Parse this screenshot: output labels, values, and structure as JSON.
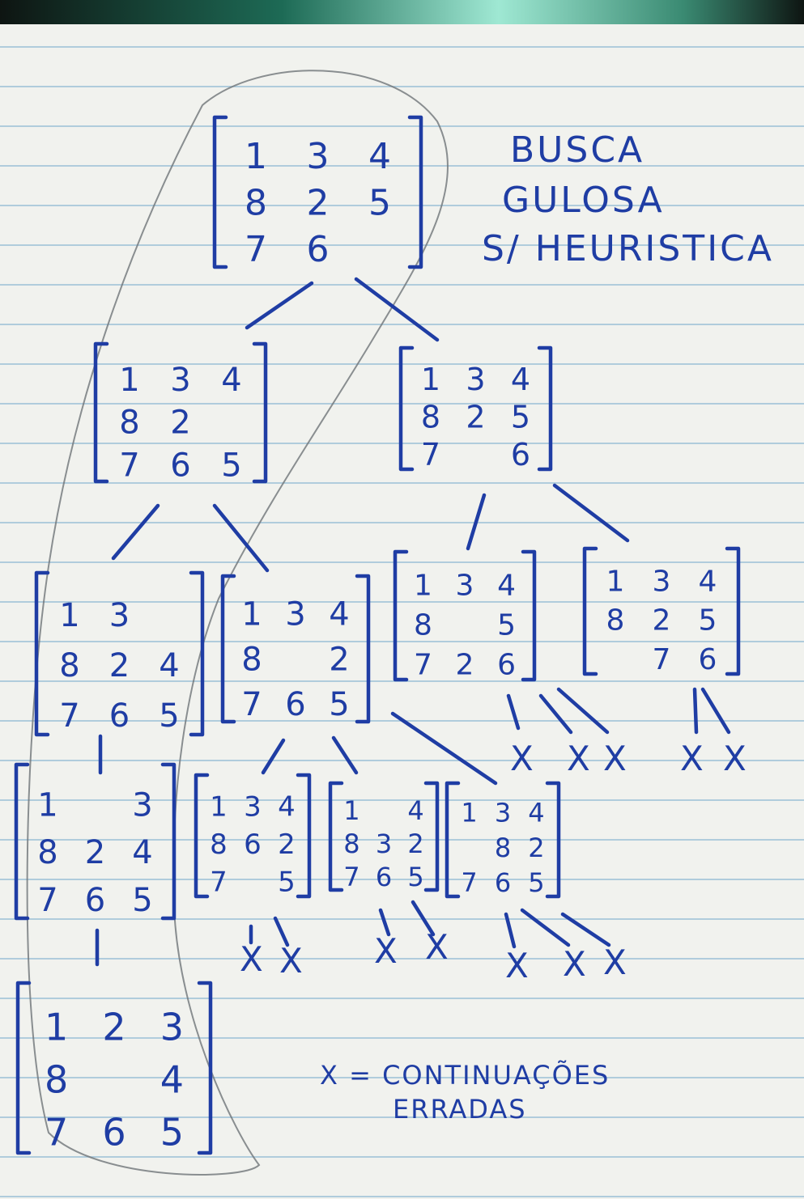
{
  "title": {
    "line1": "BUSCA",
    "line2": "GULOSA",
    "line3": "S/ HEURISTICA"
  },
  "legend": {
    "line1": "X = CONTINUAÇÕES",
    "line2": "ERRADAS"
  },
  "fail_mark": "X",
  "ink_color": "#1f3da4",
  "nodes": [
    {
      "id": "root",
      "rows": [
        [
          "1",
          "",
          "3",
          "4"
        ],
        [
          "8",
          "2",
          "5"
        ],
        [
          "7",
          "6",
          ""
        ]
      ]
    },
    {
      "id": "n1",
      "rows": [
        [
          "1",
          "3",
          "4"
        ],
        [
          "8",
          "2",
          ""
        ],
        [
          "7",
          "6",
          "5"
        ]
      ]
    },
    {
      "id": "n2",
      "rows": [
        [
          "1",
          "3",
          "4"
        ],
        [
          "8",
          "2",
          "5"
        ],
        [
          "7",
          "",
          "6"
        ]
      ]
    },
    {
      "id": "n1a",
      "rows": [
        [
          "1",
          "3",
          ""
        ],
        [
          "8",
          "2",
          "4"
        ],
        [
          "7",
          "6",
          "5"
        ]
      ]
    },
    {
      "id": "n1b",
      "rows": [
        [
          "1",
          "3",
          "4"
        ],
        [
          "8",
          "",
          "2"
        ],
        [
          "7",
          "6",
          "5"
        ]
      ]
    },
    {
      "id": "n2a",
      "rows": [
        [
          "1",
          "3",
          "4"
        ],
        [
          "8",
          "",
          "5"
        ],
        [
          "7",
          "2",
          "6"
        ]
      ]
    },
    {
      "id": "n2b",
      "rows": [
        [
          "1",
          "3",
          "4"
        ],
        [
          "8",
          "2",
          "5"
        ],
        [
          "",
          "7",
          "6"
        ]
      ]
    },
    {
      "id": "n1a1",
      "rows": [
        [
          "1",
          "",
          "3"
        ],
        [
          "8",
          "2",
          "4"
        ],
        [
          "7",
          "6",
          "5"
        ]
      ]
    },
    {
      "id": "n1b1",
      "rows": [
        [
          "1",
          "3",
          "4"
        ],
        [
          "8",
          "6",
          "2"
        ],
        [
          "7",
          "",
          "5"
        ]
      ]
    },
    {
      "id": "n1b2",
      "rows": [
        [
          "1",
          "",
          "4"
        ],
        [
          "8",
          "3",
          "2"
        ],
        [
          "7",
          "6",
          "5"
        ]
      ]
    },
    {
      "id": "n1b3",
      "rows": [
        [
          "1",
          "3",
          "4"
        ],
        [
          "",
          "8",
          "2"
        ],
        [
          "7",
          "6",
          "5"
        ]
      ]
    },
    {
      "id": "goal",
      "rows": [
        [
          "1",
          "2",
          "3"
        ],
        [
          "8",
          "",
          "4"
        ],
        [
          "7",
          "6",
          "5"
        ]
      ]
    }
  ]
}
